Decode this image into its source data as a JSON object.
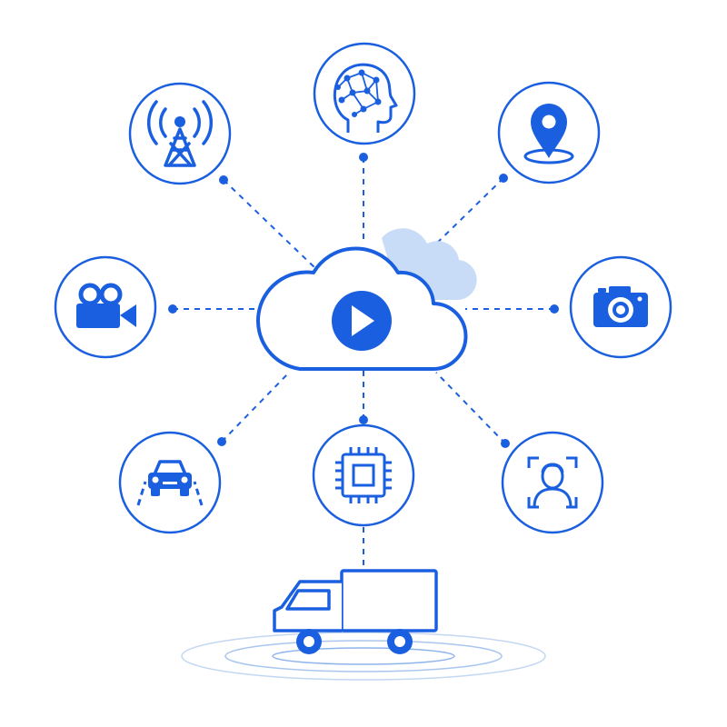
{
  "colors": {
    "primary": "#1a5fe0",
    "cloud_shadow": "#c9dcf7",
    "ground_ring": "#b8cff0",
    "background": "#ffffff"
  },
  "hub": {
    "name": "cloud",
    "center_icon": "play-icon"
  },
  "nodes": [
    {
      "id": "cell-tower",
      "icon": "cell-tower-icon"
    },
    {
      "id": "ai-head",
      "icon": "ai-head-icon"
    },
    {
      "id": "location",
      "icon": "location-pin-icon"
    },
    {
      "id": "video-camera",
      "icon": "video-camera-icon"
    },
    {
      "id": "photo-camera",
      "icon": "photo-camera-icon"
    },
    {
      "id": "car-lane",
      "icon": "car-lane-icon"
    },
    {
      "id": "chip",
      "icon": "chip-icon"
    },
    {
      "id": "face-scan",
      "icon": "face-scan-icon"
    }
  ],
  "vehicle": {
    "icon": "delivery-truck-icon"
  }
}
